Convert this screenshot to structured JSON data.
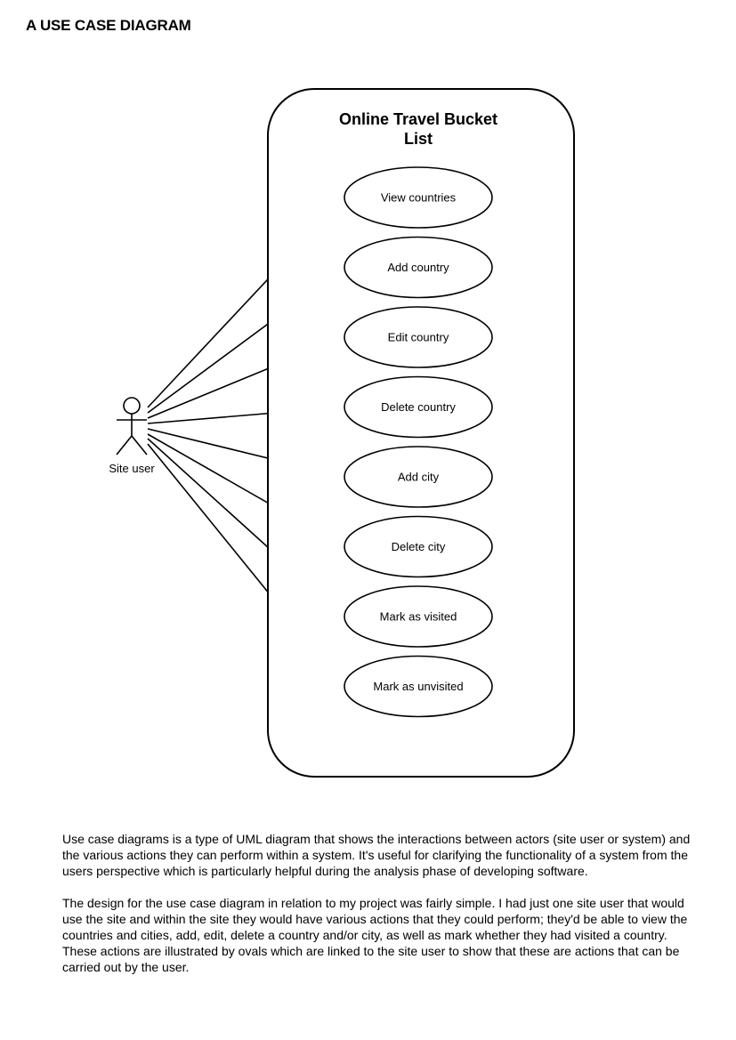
{
  "page": {
    "heading": "A USE CASE DIAGRAM"
  },
  "diagram": {
    "system": {
      "title_lines": [
        "Online Travel Bucket",
        "List"
      ]
    },
    "actor": {
      "label": "Site user"
    },
    "use_cases": [
      {
        "label": "View countries"
      },
      {
        "label": "Add country"
      },
      {
        "label": "Edit country"
      },
      {
        "label": "Delete country"
      },
      {
        "label": "Add city"
      },
      {
        "label": "Delete city"
      },
      {
        "label": "Mark as visited"
      },
      {
        "label": "Mark as unvisited"
      }
    ]
  },
  "description": {
    "paragraphs": [
      "Use case diagrams is a type of UML diagram that shows the interactions between actors (site user or system) and the various actions they can perform within a system. It's useful for clarifying the functionality of a system from the users perspective which is particularly helpful during the analysis phase of developing software.",
      "The design for the use case diagram in relation to my project was fairly simple. I had just one site user that would use the site and within the site they would have various actions that they could perform; they'd be able to view the countries and cities, add, edit, delete a country and/or city, as well as mark whether they had visited a country. These actions are illustrated by ovals which are linked to the site user to show that these are actions that can be carried out by the user."
    ]
  }
}
